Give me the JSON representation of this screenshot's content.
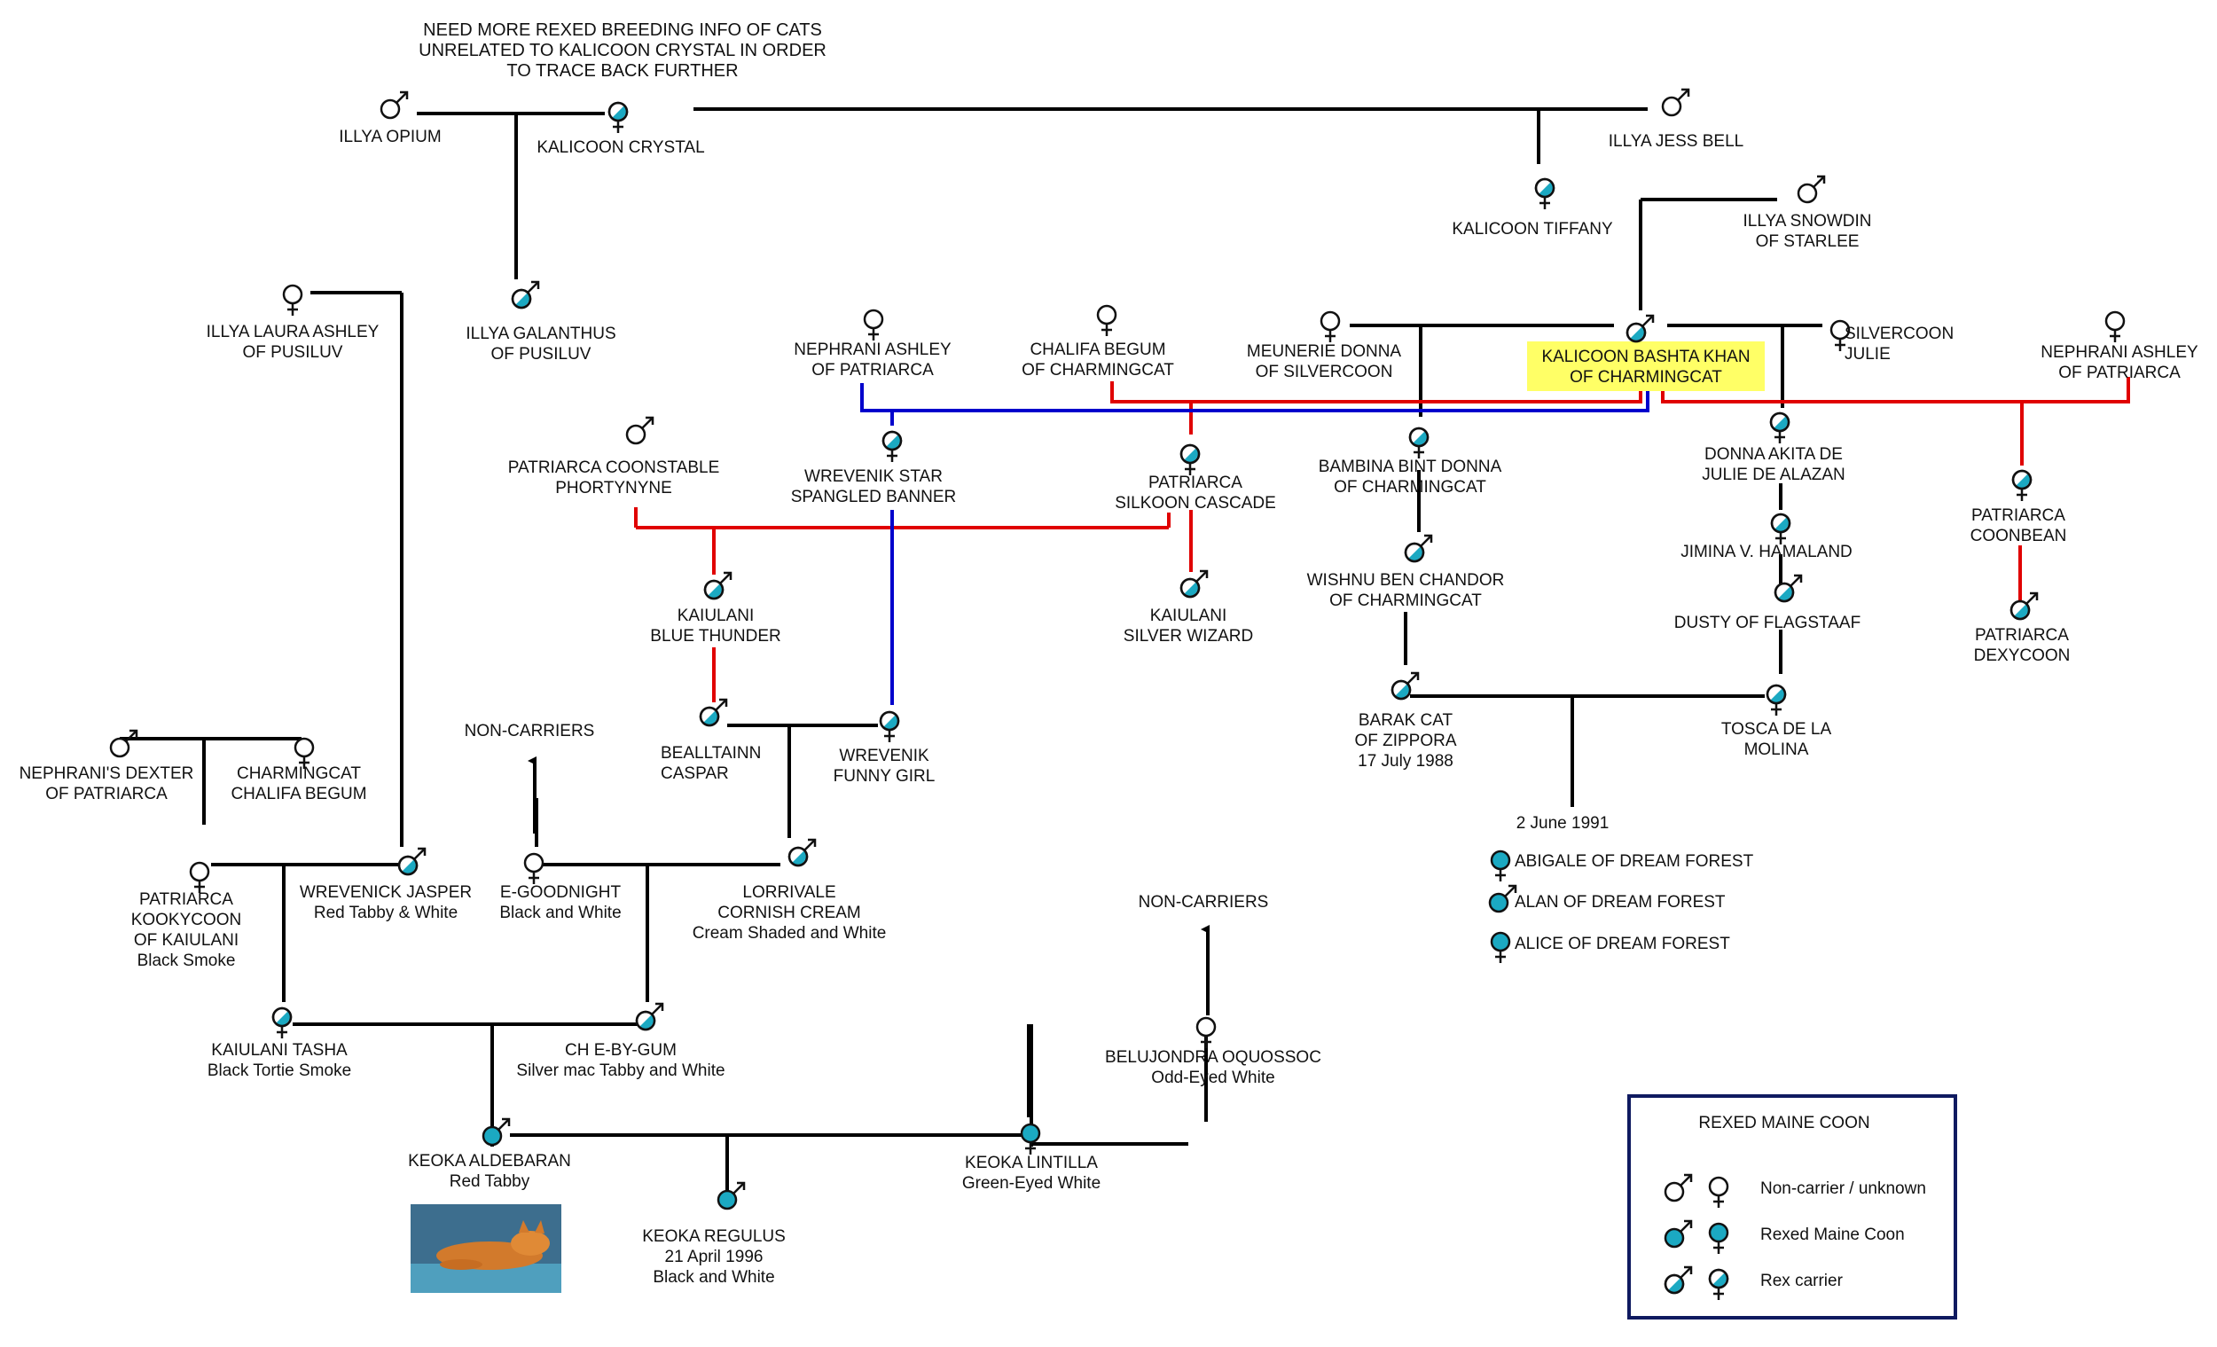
{
  "colors": {
    "rexed": "#1ba9c2",
    "carrier_fill": "#1ba9c2",
    "line_black": "#000000",
    "line_red": "#e00000",
    "line_blue": "#0000cc",
    "highlight": "#ffff66",
    "legend_border": "#0f1a60"
  },
  "note": [
    "NEED MORE REXED BREEDING INFO OF CATS",
    "UNRELATED TO KALICOON CRYSTAL IN ORDER",
    "TO TRACE BACK FURTHER"
  ],
  "cats": {
    "illya_opium": {
      "lines": [
        "ILLYA OPIUM"
      ],
      "sex": "male",
      "status": "unknown"
    },
    "kalicoon_crystal": {
      "lines": [
        "KALICOON CRYSTAL"
      ],
      "sex": "female",
      "status": "carrier"
    },
    "illya_jess_bell": {
      "lines": [
        "ILLYA JESS BELL"
      ],
      "sex": "male",
      "status": "unknown"
    },
    "kalicoon_tiffany": {
      "lines": [
        "KALICOON TIFFANY"
      ],
      "sex": "female",
      "status": "carrier"
    },
    "illya_snowdin": {
      "lines": [
        "ILLYA SNOWDIN",
        "OF STARLEE"
      ],
      "sex": "male",
      "status": "unknown"
    },
    "illya_laura_ashley": {
      "lines": [
        "ILLYA LAURA ASHLEY",
        "OF PUSILUV"
      ],
      "sex": "female",
      "status": "unknown"
    },
    "illya_galanthus": {
      "lines": [
        "ILLYA GALANTHUS",
        "OF PUSILUV"
      ],
      "sex": "male",
      "status": "carrier"
    },
    "nephrani_ashley_1": {
      "lines": [
        "NEPHRANI ASHLEY",
        "OF PATRIARCA"
      ],
      "sex": "female",
      "status": "unknown"
    },
    "chalifa_begum": {
      "lines": [
        "CHALIFA BEGUM",
        "OF CHARMINGCAT"
      ],
      "sex": "female",
      "status": "unknown"
    },
    "meunerie_donna": {
      "lines": [
        "MEUNERIE DONNA",
        "OF SILVERCOON"
      ],
      "sex": "female",
      "status": "unknown"
    },
    "bashta_khan": {
      "lines": [
        "KALICOON BASHTA KHAN",
        "OF CHARMINGCAT"
      ],
      "sex": "male",
      "status": "carrier"
    },
    "silvercoon_julie": {
      "lines": [
        "SILVERCOON",
        "JULIE"
      ],
      "sex": "female",
      "status": "unknown"
    },
    "nephrani_ashley_2": {
      "lines": [
        "NEPHRANI ASHLEY",
        "OF PATRIARCA"
      ],
      "sex": "female",
      "status": "unknown"
    },
    "patriarca_coonstable": {
      "lines": [
        "PATRIARCA COONSTABLE",
        "PHORTYNYNE"
      ],
      "sex": "male",
      "status": "unknown"
    },
    "wrevenik_star": {
      "lines": [
        "WREVENIK STAR",
        "SPANGLED BANNER"
      ],
      "sex": "female",
      "status": "carrier"
    },
    "silkoon_cascade": {
      "lines": [
        "PATRIARCA",
        "SILKOON CASCADE"
      ],
      "sex": "female",
      "status": "carrier"
    },
    "bambina": {
      "lines": [
        "BAMBINA BINT DONNA",
        "OF CHARMINGCAT"
      ],
      "sex": "female",
      "status": "carrier"
    },
    "donna_akita": {
      "lines": [
        "DONNA AKITA DE",
        "JULIE DE ALAZAN"
      ],
      "sex": "female",
      "status": "carrier"
    },
    "coonbean": {
      "lines": [
        "PATRIARCA",
        "COONBEAN"
      ],
      "sex": "female",
      "status": "carrier"
    },
    "blue_thunder": {
      "lines": [
        "KAIULANI",
        "BLUE THUNDER"
      ],
      "sex": "male",
      "status": "carrier"
    },
    "silver_wizard": {
      "lines": [
        "KAIULANI",
        "SILVER WIZARD"
      ],
      "sex": "male",
      "status": "carrier"
    },
    "wishnu": {
      "lines": [
        "WISHNU BEN CHANDOR",
        "OF CHARMINGCAT"
      ],
      "sex": "male",
      "status": "carrier"
    },
    "jimina": {
      "lines": [
        "JIMINA V. HAMALAND"
      ],
      "sex": "female",
      "status": "carrier"
    },
    "dusty": {
      "lines": [
        "DUSTY OF FLAGSTAAF"
      ],
      "sex": "male",
      "status": "carrier"
    },
    "dexycoon": {
      "lines": [
        "PATRIARCA",
        "DEXYCOON"
      ],
      "sex": "male",
      "status": "carrier"
    },
    "barak_cat": {
      "lines": [
        "BARAK CAT",
        "OF ZIPPORA",
        "17 July 1988"
      ],
      "sex": "male",
      "status": "carrier"
    },
    "tosca": {
      "lines": [
        "TOSCA DE LA",
        "MOLINA"
      ],
      "sex": "female",
      "status": "carrier"
    },
    "bealltainn": {
      "lines": [
        "BEALLTAINN",
        "CASPAR"
      ],
      "sex": "male",
      "status": "carrier"
    },
    "wrevenik_funny": {
      "lines": [
        "WREVENIK",
        "FUNNY GIRL"
      ],
      "sex": "female",
      "status": "carrier"
    },
    "nephrani_dexter": {
      "lines": [
        "NEPHRANI'S DEXTER",
        "OF PATRIARCA"
      ],
      "sex": "male",
      "status": "unknown"
    },
    "charmingcat_chalifa": {
      "lines": [
        "CHARMINGCAT",
        "CHALIFA BEGUM"
      ],
      "sex": "female",
      "status": "unknown"
    },
    "kookycoon": {
      "lines": [
        "PATRIARCA",
        "KOOKYCOON",
        "OF KAIULANI",
        "Black Smoke"
      ],
      "sex": "female",
      "status": "unknown"
    },
    "wrevenick_jasper": {
      "lines": [
        "WREVENICK JASPER",
        "Red Tabby & White"
      ],
      "sex": "male",
      "status": "carrier"
    },
    "e_goodnight": {
      "lines": [
        "E-GOODNIGHT",
        "Black and White"
      ],
      "sex": "female",
      "status": "unknown"
    },
    "lorrivale": {
      "lines": [
        "LORRIVALE",
        "CORNISH CREAM",
        "Cream Shaded and White"
      ],
      "sex": "male",
      "status": "carrier"
    },
    "kaiulani_tasha": {
      "lines": [
        "KAIULANI TASHA",
        "Black Tortie Smoke"
      ],
      "sex": "female",
      "status": "carrier"
    },
    "e_by_gum": {
      "lines": [
        "CH E-BY-GUM",
        "Silver mac Tabby and White"
      ],
      "sex": "male",
      "status": "carrier"
    },
    "belujondra": {
      "lines": [
        "BELUJONDRA OQUOSSOC",
        "Odd-Eyed White"
      ],
      "sex": "female",
      "status": "unknown"
    },
    "aldebaran": {
      "lines": [
        "KEOKA ALDEBARAN",
        "Red Tabby"
      ],
      "sex": "male",
      "status": "rexed"
    },
    "lintilla": {
      "lines": [
        "KEOKA LINTILLA",
        "Green-Eyed White"
      ],
      "sex": "female",
      "status": "rexed"
    },
    "regulus": {
      "lines": [
        "KEOKA REGULUS",
        "21 April 1996",
        "Black and White"
      ],
      "sex": "male",
      "status": "rexed"
    },
    "abigale": {
      "lines": [
        "ABIGALE OF DREAM FOREST"
      ],
      "sex": "female",
      "status": "rexed"
    },
    "alan": {
      "lines": [
        "ALAN OF DREAM FOREST"
      ],
      "sex": "male",
      "status": "rexed"
    },
    "alice": {
      "lines": [
        "ALICE OF DREAM FOREST"
      ],
      "sex": "female",
      "status": "rexed"
    }
  },
  "litter_date": "2 June 1991",
  "non_carriers": [
    "NON-CARRIERS",
    "NON-CARRIERS"
  ],
  "legend": {
    "title": "REXED MAINE COON",
    "rows": [
      {
        "label": "Non-carrier / unknown",
        "status": "unknown"
      },
      {
        "label": "Rexed Maine Coon",
        "status": "rexed"
      },
      {
        "label": "Rex carrier",
        "status": "carrier"
      }
    ]
  }
}
